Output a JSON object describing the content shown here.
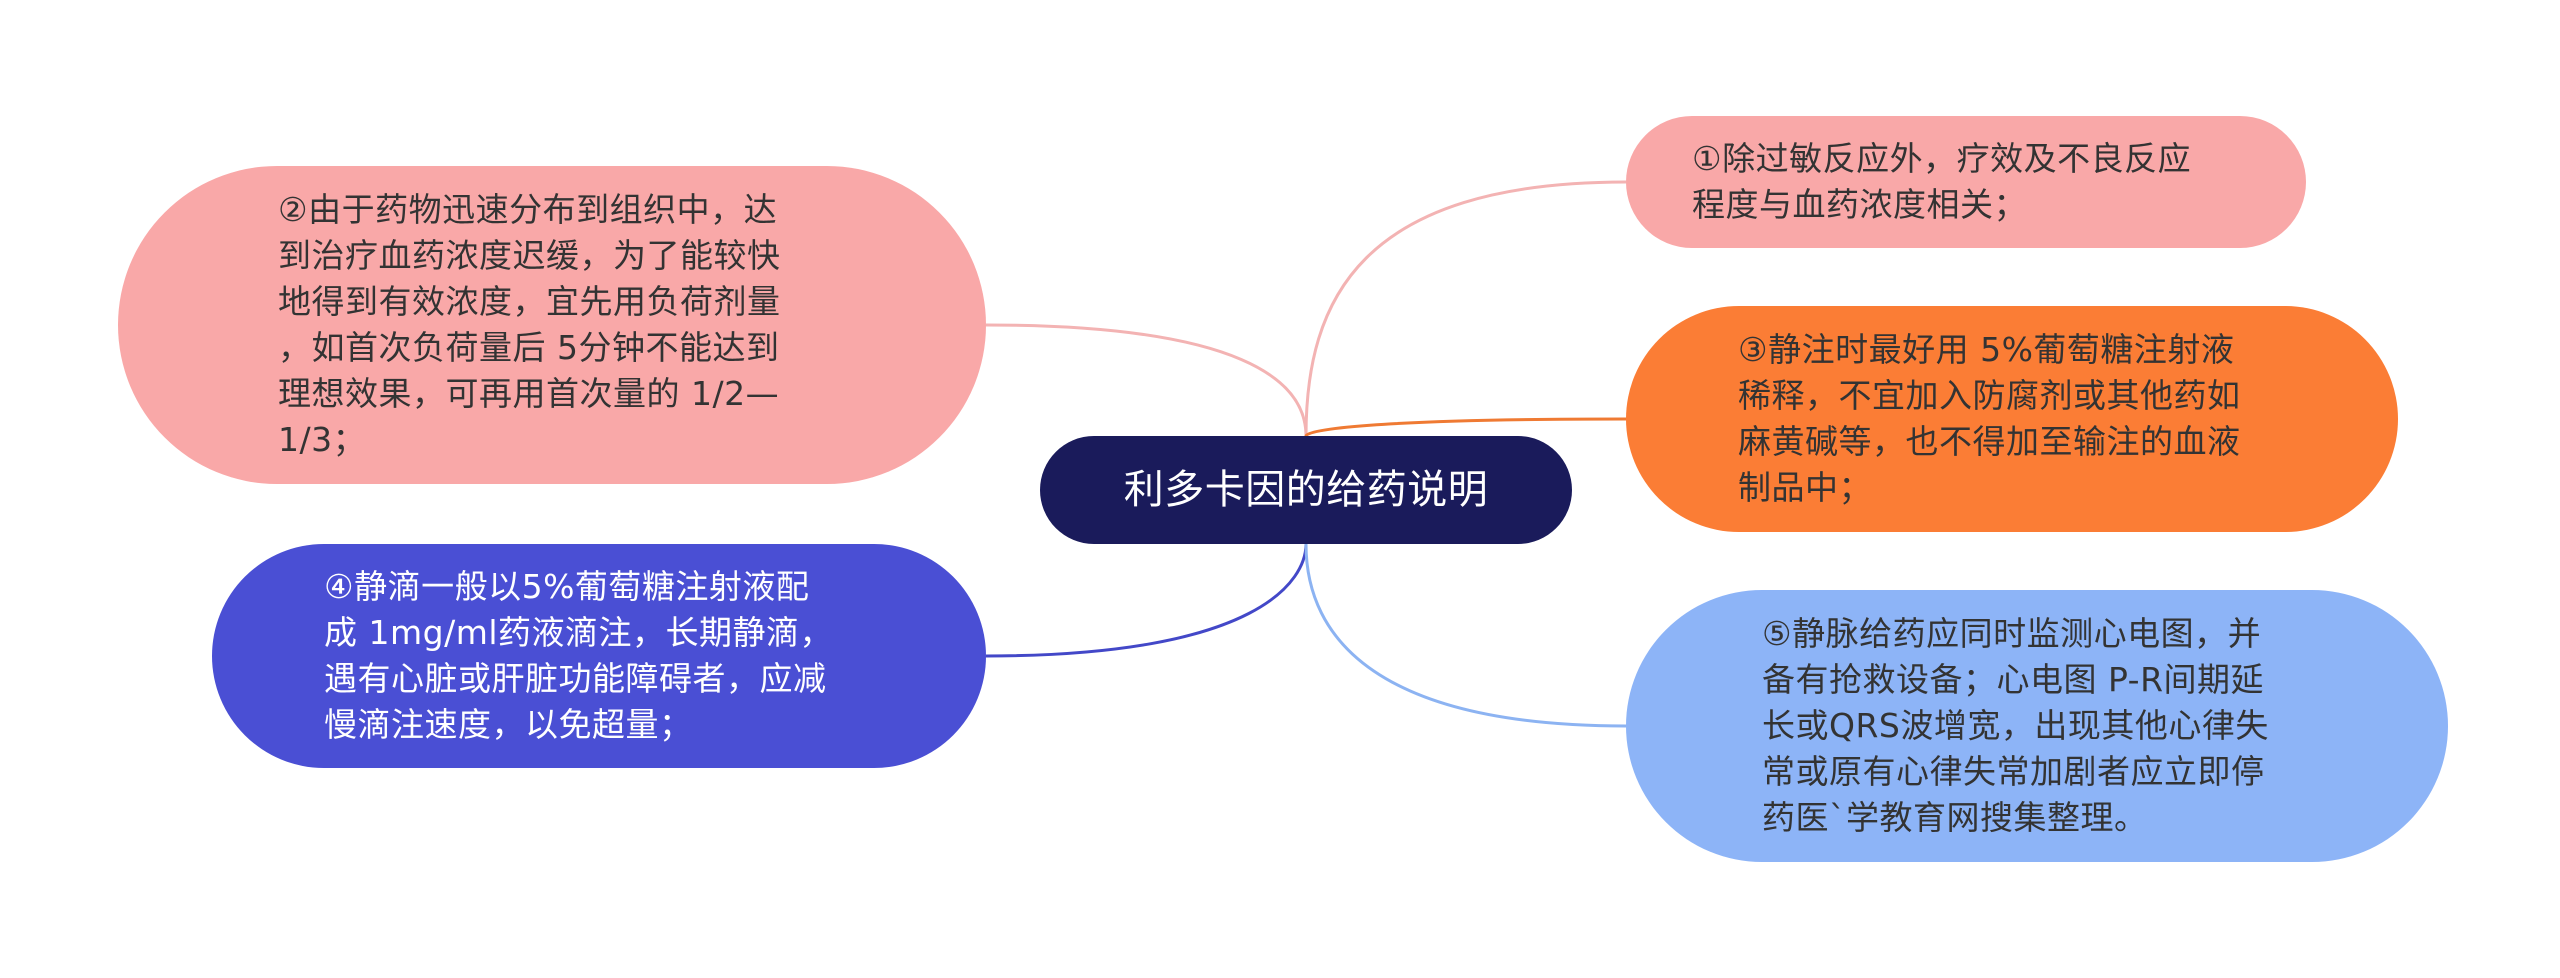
{
  "root": {
    "label": "利多卡因的给药说明"
  },
  "branches": [
    {
      "id": "n1",
      "label": "①除过敏反应外，疗效及不良反应\n程度与血药浓度相关；",
      "fill": "#f9a8a8",
      "text_color": "#333333",
      "line_color": "#f3b3b3"
    },
    {
      "id": "n2",
      "label": "②由于药物迅速分布到组织中，达\n到治疗血药浓度迟缓，为了能较快\n地得到有效浓度，宜先用负荷剂量\n，如首次负荷量后 5分钟不能达到\n理想效果，可再用首次量的 1/2—\n1/3；",
      "fill": "#f9a8a8",
      "text_color": "#333333",
      "line_color": "#f3b3b3"
    },
    {
      "id": "n3",
      "label": "③静注时最好用 5%葡萄糖注射液\n稀释，不宜加入防腐剂或其他药如\n麻黄碱等，也不得加至输注的血液\n制品中；",
      "fill": "#fb7d35",
      "text_color": "#333333",
      "line_color": "#ef7a33"
    },
    {
      "id": "n4",
      "label": "④静滴一般以5%葡萄糖注射液配\n成 1mg/ml药液滴注，长期静滴，\n遇有心脏或肝脏功能障碍者，应减\n慢滴注速度，以免超量；",
      "fill": "#4a4fd4",
      "text_color": "#ffffff",
      "line_color": "#4348c8"
    },
    {
      "id": "n5",
      "label": "⑤静脉给药应同时监测心电图，并\n备有抢救设备；心电图 P-R间期延\n长或QRS波增宽，出现其他心律失\n常或原有心律失常加剧者应立即停\n药医`学教育网搜集整理。",
      "fill": "#8db4f7",
      "text_color": "#333333",
      "line_color": "#8cb3f2"
    }
  ],
  "colors": {
    "root_fill": "#1a1b5b",
    "root_text": "#ffffff"
  }
}
